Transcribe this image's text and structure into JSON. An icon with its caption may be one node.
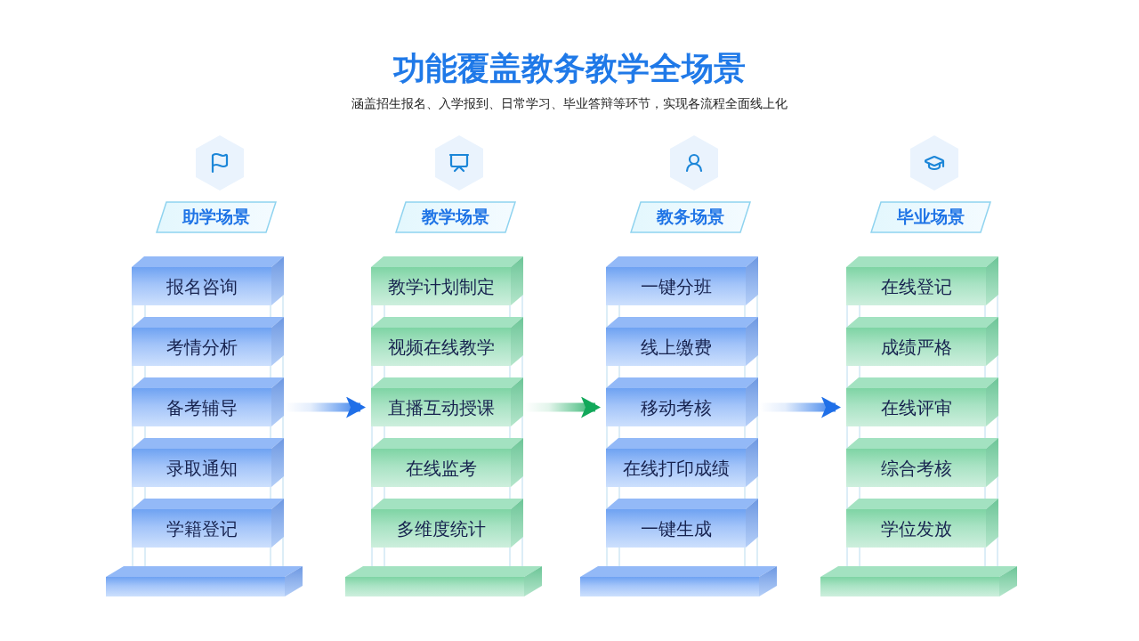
{
  "diagram": {
    "title": "功能覆盖教务教学全场景",
    "caption": "涵盖招生报名、入学报到、日常学习、毕业答辩等环节，实现各流程全面线上化",
    "nodes": [
      {
        "text": [
          "助学场景"
        ]
      },
      {
        "text": [
          "报名咨询"
        ]
      },
      {
        "text": [
          "考情分析"
        ]
      },
      {
        "text": [
          "备考辅导"
        ]
      },
      {
        "text": [
          "录取通知"
        ]
      },
      {
        "text": [
          "学籍登记"
        ]
      },
      {
        "text": [],
        "shape": "box"
      },
      {
        "text": [
          "教学场景"
        ]
      },
      {
        "text": [
          "教学计划制定"
        ]
      },
      {
        "text": [
          "视频在线教学"
        ]
      },
      {
        "text": [
          "直播互动授课"
        ]
      },
      {
        "text": [
          "在线监考"
        ]
      },
      {
        "text": [
          "多维度统计"
        ]
      },
      {
        "text": [],
        "shape": "box"
      },
      {
        "text": [
          "教务场景"
        ]
      },
      {
        "text": [
          "一键分班"
        ]
      },
      {
        "text": [
          "线上缴费"
        ]
      },
      {
        "text": [
          "移动考核"
        ]
      },
      {
        "text": [
          "在线打印成绩"
        ]
      },
      {
        "text": [
          "一键生成"
        ]
      },
      {
        "text": [],
        "shape": "box"
      },
      {
        "text": [
          "毕业场景"
        ]
      },
      {
        "text": [
          "在线登记"
        ]
      },
      {
        "text": [
          "成绩严格"
        ]
      },
      {
        "text": [
          "在线评审"
        ]
      },
      {
        "text": [
          "综合考核"
        ]
      },
      {
        "text": [
          "学位发放"
        ]
      },
      {
        "text": [],
        "shape": "box"
      }
    ],
    "edges": [
      {
        "from": 3,
        "to": 10,
        "arrow": "to"
      },
      {
        "from": 10,
        "to": 17,
        "arrow": "to",
        "color": "#12a85a"
      },
      {
        "from": 17,
        "to": 24,
        "arrow": "to"
      }
    ]
  }
}
